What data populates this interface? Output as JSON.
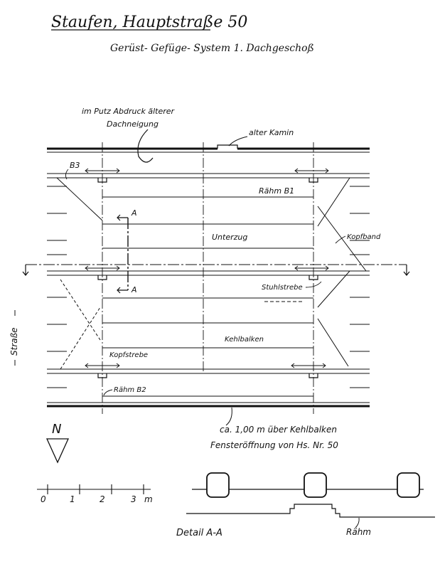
{
  "title": "Staufen, Hauptstraße 50",
  "subtitle": "Gerüst- Gefüge- System   1. Dachgeschoß",
  "labels": {
    "putz": "im Putz Abdruck älterer",
    "dachneigung": "Dachneigung",
    "kamin": "alter Kamin",
    "b3": "B3",
    "rahm_b1": "Rähm B1",
    "section_a_top": "A",
    "section_a_bottom": "A",
    "unterzug": "Unterzug",
    "kopfband": "Kopfband",
    "stuhlstrebe": "Stuhlstrebe",
    "kehlbalken": "Kehlbalken",
    "kopfstrebe": "Kopfstrebe",
    "rahm_b2": "Rähm B2",
    "strasse": "Straße",
    "note_line1": "ca. 1,00 m über Kehlbalken",
    "note_line2": "Fensteröffnung von Hs. Nr. 50",
    "detail": "Detail A-A",
    "detail_rahm": "Rähm"
  },
  "north": {
    "label": "N"
  },
  "scale_bar": {
    "ticks": [
      "0",
      "1",
      "2",
      "3"
    ],
    "unit": "m"
  },
  "colors": {
    "ink": "#111111",
    "paper": "#ffffff"
  }
}
